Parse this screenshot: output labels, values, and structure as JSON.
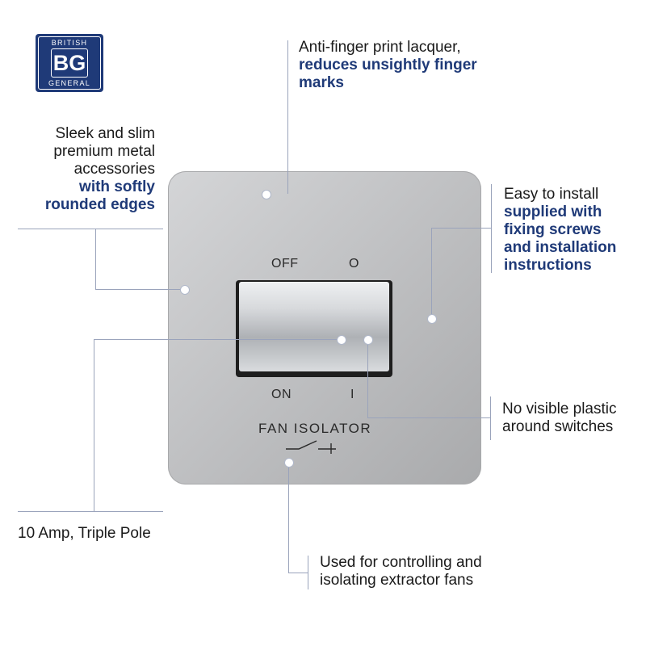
{
  "logo": {
    "top": "BRITISH",
    "mid": "BG",
    "bottom": "GENERAL"
  },
  "callouts": {
    "anti_finger": {
      "plain": "Anti-finger print lacquer,",
      "highlight_1": "reduces unsightly finger",
      "highlight_2": "marks"
    },
    "sleek": {
      "plain_1": "Sleek and slim",
      "plain_2": "premium metal",
      "plain_3": "accessories",
      "highlight_1": "with softly",
      "highlight_2": "rounded edges"
    },
    "easy": {
      "plain": "Easy to install",
      "highlight_1": "supplied with",
      "highlight_2": "fixing screws",
      "highlight_3": "and installation",
      "highlight_4": "instructions"
    },
    "plastic": {
      "plain_1": "No visible plastic",
      "plain_2": "around switches"
    },
    "amp": {
      "plain": "10 Amp, Triple Pole"
    },
    "fans": {
      "plain_1": "Used for controlling and",
      "plain_2": "isolating extractor fans"
    }
  },
  "switch": {
    "off_label": "OFF",
    "o_label": "O",
    "on_label": "ON",
    "i_label": "I",
    "fan_label": "FAN ISOLATOR"
  },
  "colors": {
    "brand_navy": "#1f3a78",
    "leader_line": "#9aa3bb"
  }
}
